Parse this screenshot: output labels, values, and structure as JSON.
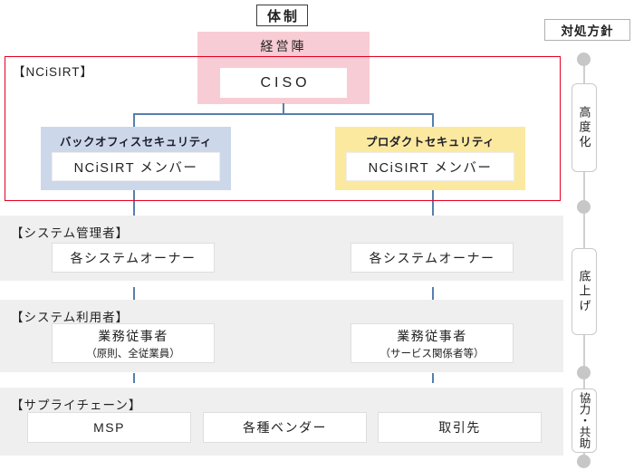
{
  "header": {
    "title": "体制",
    "policy_title": "対処方針"
  },
  "org": {
    "management": {
      "label": "経営陣",
      "ciso": "CISO"
    },
    "ncisirt": {
      "label": "【NCiSIRT】",
      "back_office": {
        "title": "バックオフィスセキュリティ",
        "member": "NCiSIRT メンバー"
      },
      "product": {
        "title": "プロダクトセキュリティ",
        "member": "NCiSIRT メンバー"
      }
    },
    "sections": [
      {
        "label": "【システム管理者】",
        "boxes": [
          {
            "line1": "各システムオーナー"
          },
          {
            "line1": "各システムオーナー"
          }
        ]
      },
      {
        "label": "【システム利用者】",
        "boxes": [
          {
            "line1": "業務従事者",
            "line2": "（原則、全従業員）"
          },
          {
            "line1": "業務従事者",
            "line2": "（サービス関係者等）"
          }
        ]
      },
      {
        "label": "【サプライチェーン】",
        "boxes": [
          {
            "line1": "MSP"
          },
          {
            "line1": "各種ベンダー"
          },
          {
            "line1": "取引先"
          }
        ]
      }
    ]
  },
  "policy_rail": {
    "items": [
      "高度化",
      "底上げ",
      "協力・共助"
    ]
  },
  "colors": {
    "red": "#e50020",
    "pink": "#f8ccd4",
    "blue": "#ccd8ea",
    "yellow": "#fce9a0",
    "conn": "#567fae",
    "gray": "#efefef",
    "rail": "#c7c7c7"
  }
}
